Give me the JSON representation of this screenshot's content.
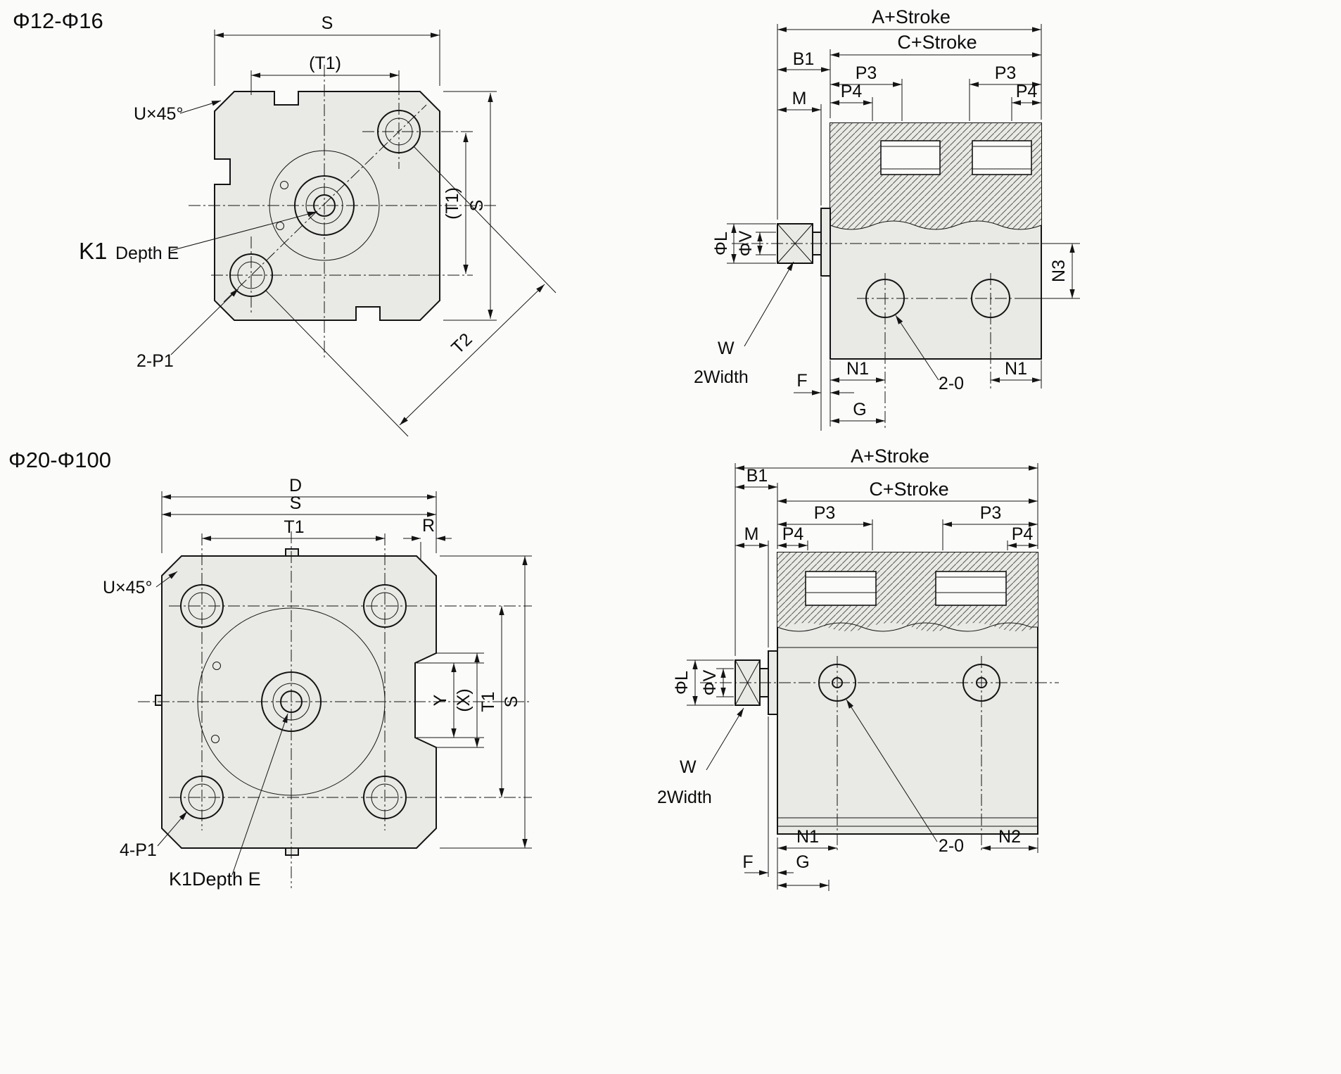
{
  "page": {
    "background": "#fbfbf9",
    "line_color": "#141414",
    "fill_color": "#e9e9e5"
  },
  "titles": {
    "small_range": "Φ12-Φ16",
    "large_range": "Φ20-Φ100"
  },
  "front_small": {
    "s_top": "S",
    "t1_top": "(T1)",
    "chamfer": "U×45°",
    "k1": "K1",
    "depth": "Depth E",
    "holes_note": "2-P1",
    "t1_side": "(T1)",
    "s_side": "S",
    "t2_diag": "T2"
  },
  "side_small": {
    "a_stroke": "A+Stroke",
    "b1": "B1",
    "c_stroke": "C+Stroke",
    "p3_left": "P3",
    "p3_right": "P3",
    "m": "M",
    "p4_left": "P4",
    "p4_right": "P4",
    "phi_l": "ΦL",
    "phi_v": "ΦV",
    "n3": "N3",
    "w": "W",
    "width2": "2Width",
    "f": "F",
    "n1_left": "N1",
    "holes_note": "2-0",
    "n1_right": "N1",
    "g": "G"
  },
  "front_large": {
    "d_top": "D",
    "s_top": "S",
    "t1_top": "T1",
    "r": "R",
    "chamfer": "U×45°",
    "y_side": "Y",
    "x_side": "(X)",
    "t1_side": "T1",
    "s_side": "S",
    "holes_note": "4-P1",
    "k1_depth": "K1Depth E"
  },
  "side_large": {
    "a_stroke": "A+Stroke",
    "b1": "B1",
    "c_stroke": "C+Stroke",
    "p3_left": "P3",
    "p3_right": "P3",
    "m": "M",
    "p4_left": "P4",
    "p4_right": "P4",
    "phi_l": "ΦL",
    "phi_v": "ΦV",
    "w": "W",
    "width2": "2Width",
    "n1": "N1",
    "g": "G",
    "holes_note": "2-0",
    "n2": "N2",
    "f": "F"
  }
}
